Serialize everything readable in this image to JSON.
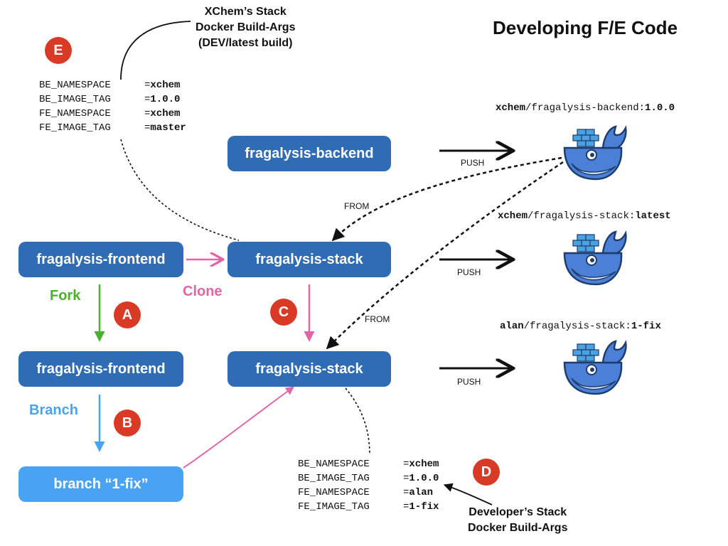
{
  "title": "Developing F/E Code",
  "boxes": {
    "backend": "fragalysis-backend",
    "frontend_top": "fragalysis-frontend",
    "stack_top": "fragalysis-stack",
    "frontend_mid": "fragalysis-frontend",
    "stack_mid": "fragalysis-stack",
    "branch": "branch “1-fix”"
  },
  "badges": {
    "a": "A",
    "b": "B",
    "c": "C",
    "d": "D",
    "e": "E"
  },
  "edge_labels": {
    "fork": "Fork",
    "branch": "Branch",
    "clone": "Clone",
    "push1": "PUSH",
    "push2": "PUSH",
    "push3": "PUSH",
    "from1": "FROM",
    "from2": "FROM"
  },
  "images": {
    "backend": {
      "namespace": "xchem",
      "rest": "/fragalysis-backend:",
      "tag": "1.0.0"
    },
    "stack_latest": {
      "namespace": "xchem",
      "rest": "/fragalysis-stack:",
      "tag": "latest"
    },
    "stack_fix": {
      "namespace": "alan",
      "rest": "/fragalysis-stack:",
      "tag": "1-fix"
    }
  },
  "xchem_args": {
    "note": [
      "XChem’s Stack",
      "Docker Build-Args",
      "(DEV/latest build)"
    ],
    "rows": [
      {
        "key": "BE_NAMESPACE",
        "eq": "= ",
        "value": "xchem"
      },
      {
        "key": "BE_IMAGE_TAG",
        "eq": "= ",
        "value": "1.0.0"
      },
      {
        "key": "FE_NAMESPACE",
        "eq": "= ",
        "value": "xchem"
      },
      {
        "key": "FE_IMAGE_TAG",
        "eq": "= ",
        "value": "master"
      }
    ]
  },
  "dev_args": {
    "note": [
      "Developer’s Stack",
      "Docker Build-Args"
    ],
    "rows": [
      {
        "key": "BE_NAMESPACE",
        "eq": "= ",
        "value": "xchem"
      },
      {
        "key": "BE_IMAGE_TAG",
        "eq": "= ",
        "value": "1.0.0"
      },
      {
        "key": "FE_NAMESPACE",
        "eq": "= ",
        "value": "alan"
      },
      {
        "key": "FE_IMAGE_TAG",
        "eq": "= ",
        "value": "1-fix"
      }
    ]
  },
  "colors": {
    "box_dark": "#2f6cb3",
    "box_light": "#4aa3f2",
    "badge": "#d93a26",
    "fork": "#4caf2f",
    "branch": "#4aa3f2",
    "clone": "#e166a8"
  }
}
